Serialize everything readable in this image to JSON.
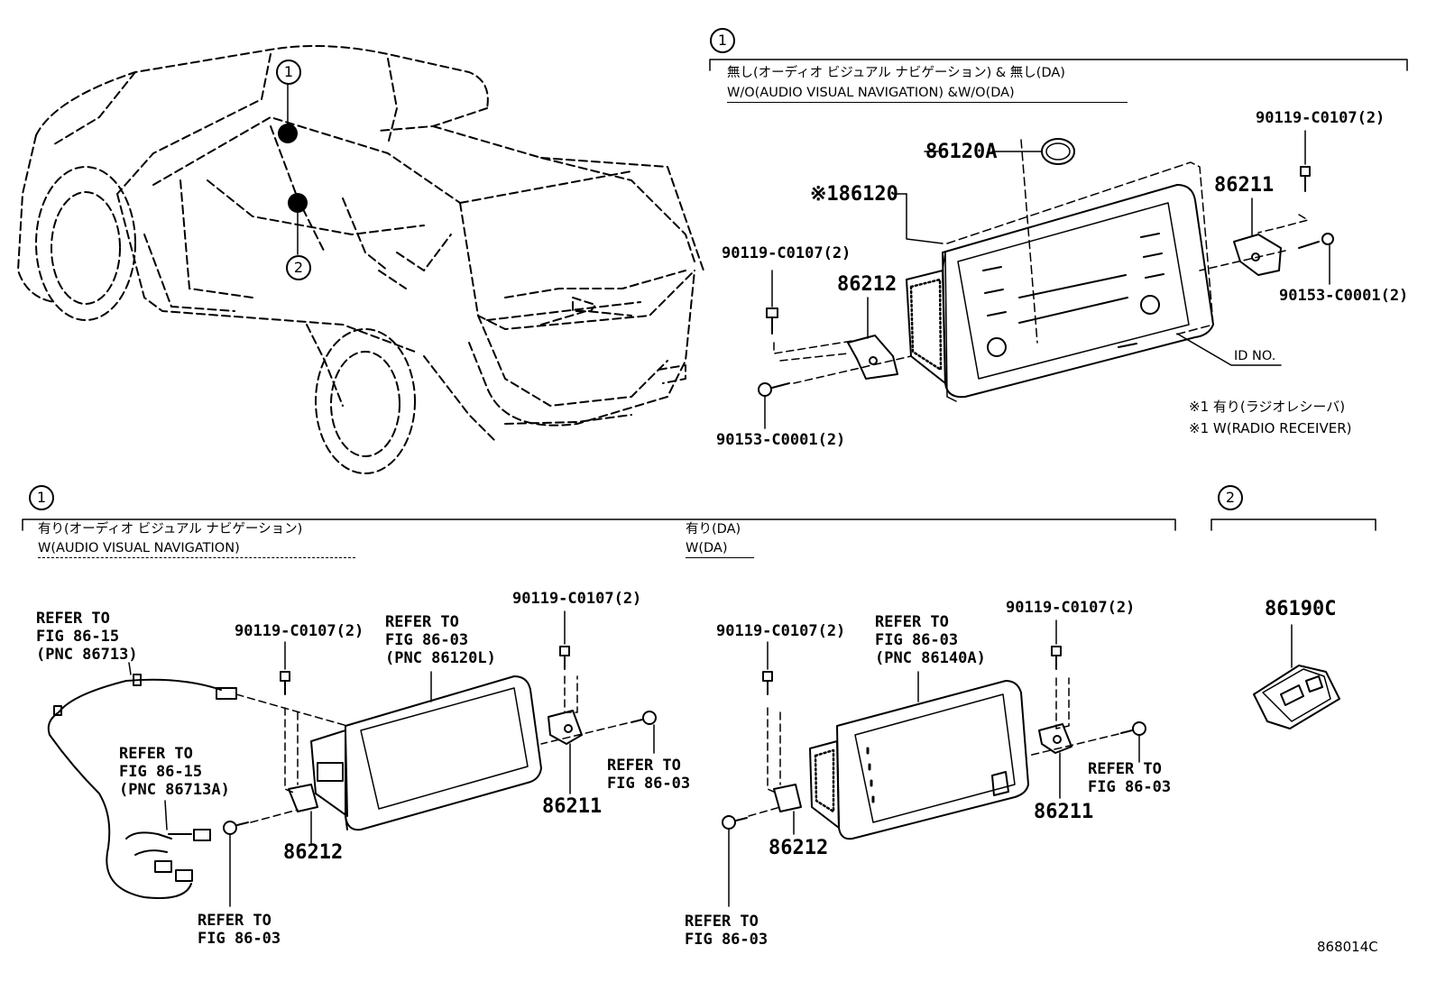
{
  "callouts": {
    "one": "1",
    "two": "2"
  },
  "sections": {
    "top_right": {
      "heading_jp": "無し(オーディオ ビジュアル ナビゲーション) & 無し(DA)",
      "heading_en": "W/O(AUDIO VISUAL NAVIGATION) &W/O(DA)",
      "parts": {
        "knob": "86120A",
        "receiver": "※186120",
        "bracket_right": "86211",
        "bracket_left": "86212",
        "screw_top_right": "90119-C0107(2)",
        "screw_top_left": "90119-C0107(2)",
        "bolt_right": "90153-C0001(2)",
        "bolt_left": "90153-C0001(2)",
        "id_no": "ID NO."
      },
      "notes": [
        "※1 有り(ラジオレシーバ)",
        "※1 W(RADIO RECEIVER)"
      ]
    },
    "bottom_left": {
      "heading_jp": "有り(オーディオ ビジュアル ナビゲーション)",
      "heading_en": "W(AUDIO VISUAL NAVIGATION)",
      "refer_cable": [
        "REFER TO",
        "FIG 86-15",
        "(PNC 86713)"
      ],
      "refer_cable2": [
        "REFER TO",
        "FIG 86-15",
        "(PNC 86713A)"
      ],
      "refer_unit": [
        "REFER TO",
        "FIG 86-03",
        "(PNC 86120L)"
      ],
      "refer_bolt_right": [
        "REFER TO",
        "FIG 86-03"
      ],
      "refer_bolt_left": [
        "REFER TO",
        "FIG 86-03"
      ],
      "screw_left": "90119-C0107(2)",
      "screw_right": "90119-C0107(2)",
      "bracket_right": "86211",
      "bracket_left": "86212"
    },
    "bottom_mid": {
      "heading_jp": "有り(DA)",
      "heading_en": "W(DA)",
      "refer_unit": [
        "REFER TO",
        "FIG 86-03",
        "(PNC 86140A)"
      ],
      "refer_bolt_right": [
        "REFER TO",
        "FIG 86-03"
      ],
      "refer_bolt_left": [
        "REFER TO",
        "FIG 86-03"
      ],
      "screw_left": "90119-C0107(2)",
      "screw_right": "90119-C0107(2)",
      "bracket_right": "86211",
      "bracket_left": "86212"
    },
    "bottom_right": {
      "part": "86190C"
    }
  },
  "figure_id": "868014C"
}
